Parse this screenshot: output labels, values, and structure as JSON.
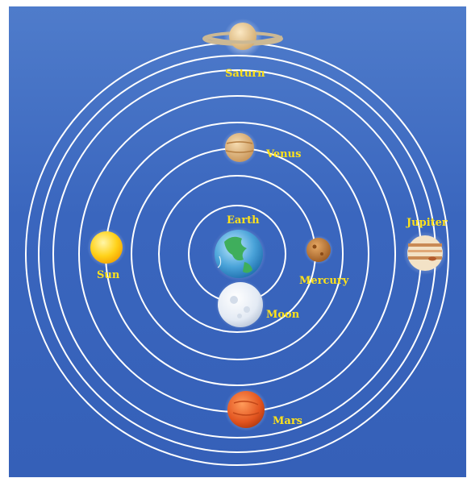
{
  "diagram": {
    "orbit_count": 8,
    "colors": {
      "background_top": "#4f7ccb",
      "background_bottom": "#3560b8",
      "orbit": "#ffffff",
      "label": "#ffe21a"
    },
    "bodies": [
      {
        "id": "earth",
        "label": "Earth",
        "icon": "earth-icon"
      },
      {
        "id": "moon",
        "label": "Moon",
        "icon": "moon-icon"
      },
      {
        "id": "mercury",
        "label": "Mercury",
        "icon": "mercury-icon"
      },
      {
        "id": "venus",
        "label": "Venus",
        "icon": "venus-icon"
      },
      {
        "id": "sun",
        "label": "Sun",
        "icon": "sun-icon"
      },
      {
        "id": "mars",
        "label": "Mars",
        "icon": "mars-icon"
      },
      {
        "id": "jupiter",
        "label": "Jupiter",
        "icon": "jupiter-icon"
      },
      {
        "id": "saturn",
        "label": "Saturn",
        "icon": "saturn-icon"
      }
    ]
  }
}
